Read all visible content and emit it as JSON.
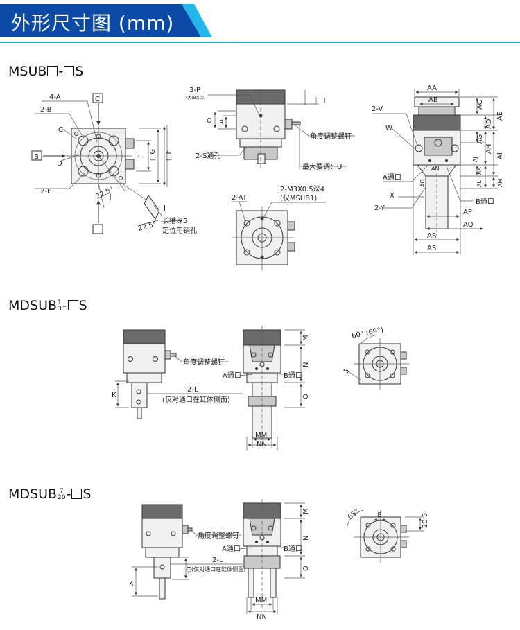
{
  "header": {
    "title": "外形尺寸图 (mm)",
    "colors": {
      "bar": "#0b4aa6",
      "accent": "#23b6e8",
      "text": "#ffffff"
    }
  },
  "sections": {
    "msub": {
      "prefix": "MSUB",
      "suffix": "-",
      "tail": "S"
    },
    "mdsub13": {
      "prefix": "MDSUB",
      "frac_top": "1",
      "frac_bottom": "3",
      "suffix": "-",
      "tail": "S"
    },
    "mdsub720": {
      "prefix": "MDSUB",
      "frac_top": "7",
      "frac_bottom": "20",
      "suffix": "-",
      "tail": "S"
    }
  },
  "labels": {
    "s1_front": {
      "four_a": "4-A",
      "two_b": "2-B",
      "c_top": "C",
      "c": "C",
      "b_box": "B",
      "d": "D",
      "two_e": "2-E",
      "f": "F",
      "g": "□G",
      "h": "□H",
      "ang": "22.5°",
      "ang2": "22.5°",
      "j": "J",
      "slot": "长槽深5",
      "pin": "定位用销孔"
    },
    "s1_side": {
      "three_p": "3-P",
      "three_p_sub": "(大(B)(C))",
      "t": "T",
      "o": "O",
      "r": "R",
      "screw": "角度调整螺钉",
      "two_s": "2-S通孔",
      "u": "最大要调：U"
    },
    "s1_bottom": {
      "two_at": "2-AT",
      "m3": "2-M3X0.5深4",
      "m3_sub": "(仅MSUB1)"
    },
    "s1_right": {
      "aa": "AA",
      "ab": "AB",
      "ac": "AC",
      "ad": "AD",
      "ae": "AE",
      "two_v": "2-V",
      "w": "W",
      "ag": "AG",
      "ah": "AH",
      "ai": "AI",
      "aj": "AJ",
      "ak": "AK",
      "al": "AL",
      "am": "AM",
      "an": "AN",
      "ao": "AO",
      "a_port": "A通口",
      "b_port": "B通口",
      "x": "X",
      "two_y": "2-Y",
      "ap": "AP",
      "aq": "AQ",
      "ar": "AR",
      "as": "AS"
    },
    "s2": {
      "screw": "角度调整螺钉",
      "a_port": "A通口",
      "b_port": "B通口",
      "k": "K",
      "two_l": "2-L",
      "note": "(仅对通口在缸体侧面)",
      "m": "M",
      "n": "N",
      "o": "O",
      "mm": "MM",
      "nn": "NN",
      "ang": "60° (69°)",
      "five": "5"
    },
    "s3": {
      "screw": "角度调整螺钉",
      "a_port": "A通口",
      "b_port": "B通口",
      "k": "K",
      "two_l": "2-L",
      "note": "(仅对通口在缸体侧面)",
      "thirty": "30",
      "m": "M",
      "n": "N",
      "o": "O",
      "mm": "MM",
      "nn": "NN",
      "ang": "65°",
      "eight": "8",
      "twenty_five": "20.5"
    }
  }
}
